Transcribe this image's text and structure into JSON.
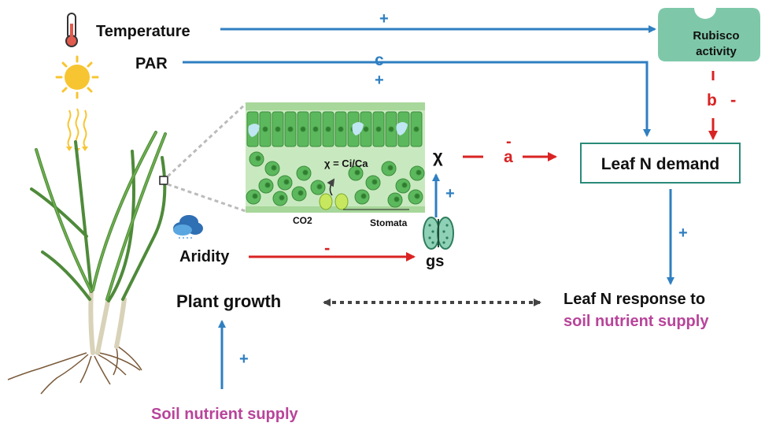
{
  "colors": {
    "positive": "#2f7fc1",
    "negative": "#d92323",
    "highlight_text": "#b8449a",
    "rubisco_fill": "#7ec8a9",
    "leaf_tissue": "#5cb85c",
    "box_border": "#2a8a78"
  },
  "icons": {
    "thermometer": "thermometer-icon",
    "sun": "sun-icon",
    "cloud": "rain-cloud-icon",
    "plant": "grass-plant-icon",
    "guard_cell": "stomata-guard-cell-icon",
    "leaf_section": "leaf-cross-section-icon"
  },
  "labels": {
    "temperature": "Temperature",
    "par": "PAR",
    "rubisco_line1": "Rubisco",
    "rubisco_line2": "activity",
    "leaf_n_demand": "Leaf N demand",
    "chi": "χ",
    "chi_formula": "χ = Ci/Ca",
    "co2": "CO2",
    "stomata": "Stomata",
    "aridity": "Aridity",
    "gs": "gs",
    "plant_growth": "Plant growth",
    "leaf_n_response_line1": "Leaf N response to",
    "leaf_n_response_line2": "soil nutrient supply",
    "soil_nutrient_supply": "Soil nutrient supply"
  },
  "edges": [
    {
      "id": "temperature-to-rubisco",
      "sign": "+",
      "letter": ""
    },
    {
      "id": "par-to-leaf-n-demand",
      "sign": "+",
      "letter": "c"
    },
    {
      "id": "rubisco-to-leaf-n-demand",
      "sign": "-",
      "letter": "b"
    },
    {
      "id": "chi-to-leaf-n-demand",
      "sign": "-",
      "letter": "a"
    },
    {
      "id": "gs-to-chi",
      "sign": "+",
      "letter": ""
    },
    {
      "id": "aridity-to-gs",
      "sign": "-",
      "letter": ""
    },
    {
      "id": "leaf-n-demand-to-response",
      "sign": "+",
      "letter": ""
    },
    {
      "id": "soil-to-plant-growth",
      "sign": "+",
      "letter": ""
    }
  ]
}
